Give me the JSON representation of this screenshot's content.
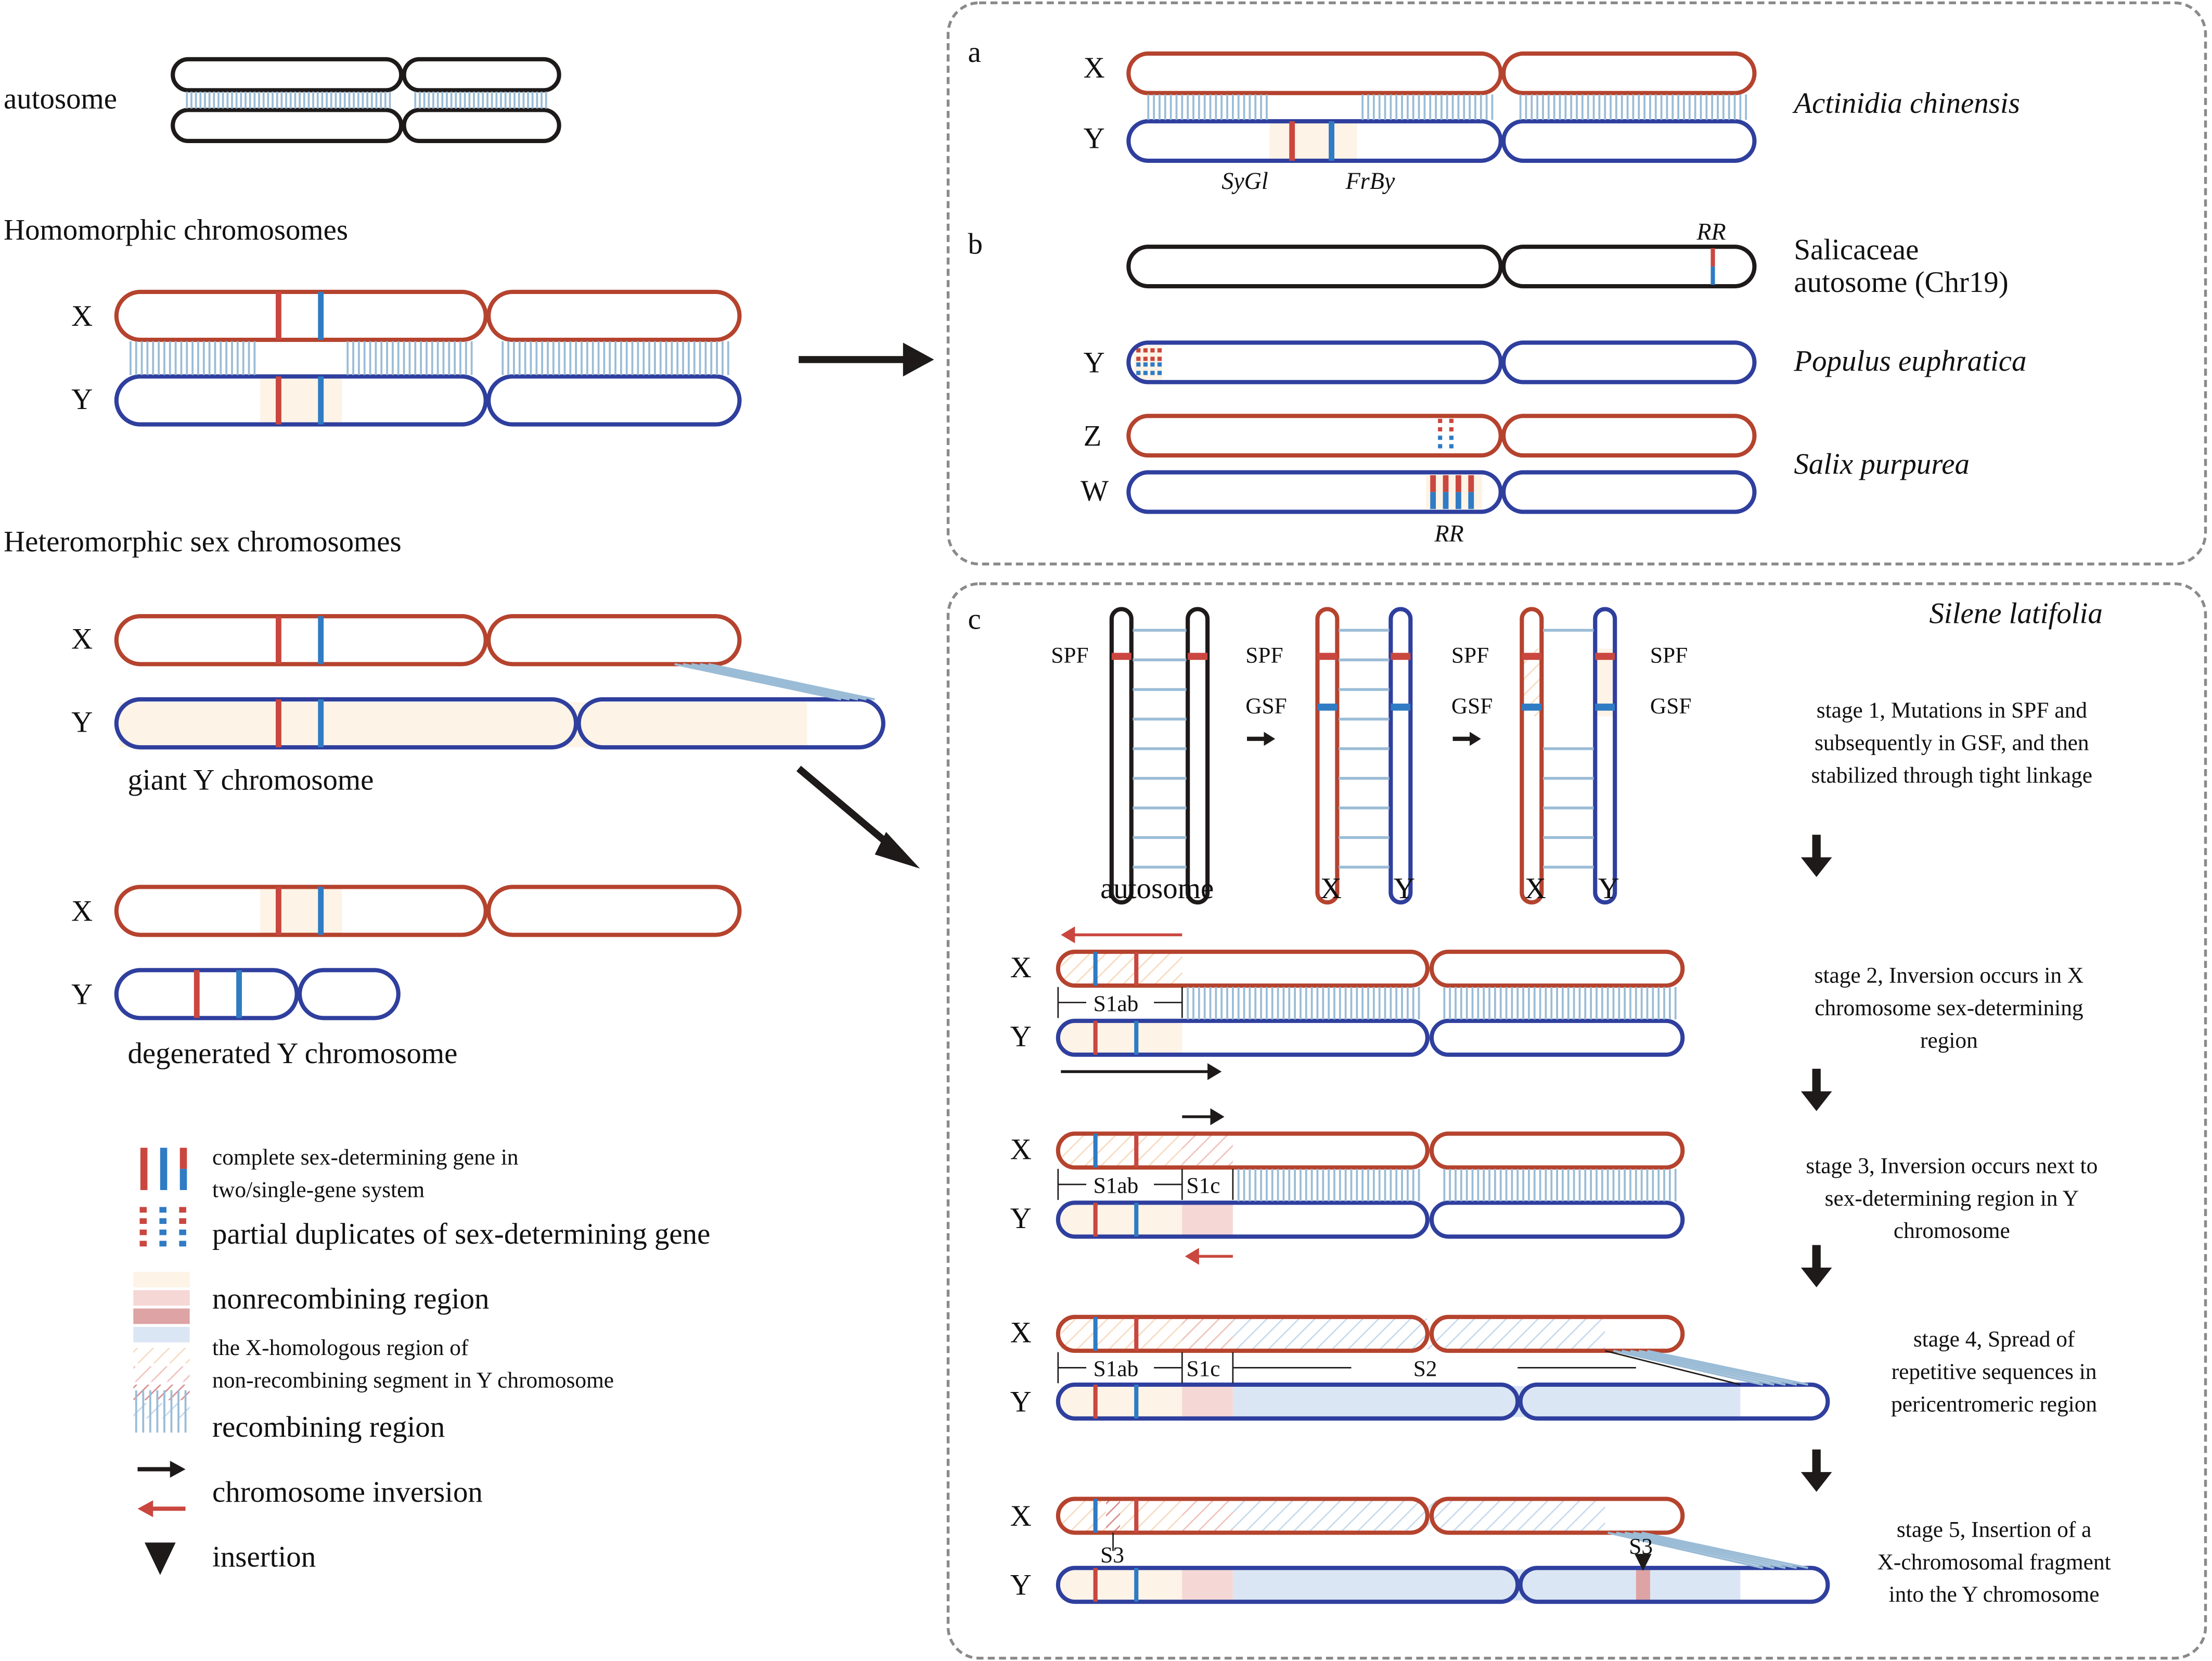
{
  "colors": {
    "x_outline": "#b5432e",
    "y_outline": "#2f3f9e",
    "autosome_outline": "#1e1a1a",
    "gene_red": "#c9473f",
    "gene_blue": "#2f7bc4",
    "recombining": "#9bbcd6",
    "nonrec_beige": "#fdf3e6",
    "nonrec_pink": "#f5d7d5",
    "nonrec_rose": "#dea3a4",
    "nonrec_blue": "#dbe6f5"
  },
  "left": {
    "autosome_label": "autosome",
    "homomorphic_title": "Homomorphic chromosomes",
    "heteromorphic_title": "Heteromorphic sex chromosomes",
    "x_label": "X",
    "y_label": "Y",
    "giant_y_caption": "giant Y chromosome",
    "degenerated_y_caption": "degenerated Y chromosome"
  },
  "legend": [
    {
      "icon": "complete-gene-bars",
      "line1": "complete sex-determining gene in",
      "line2": "two/single-gene system"
    },
    {
      "icon": "partial-duplicate-dashes",
      "line1": "partial duplicates of sex-determining gene"
    },
    {
      "icon": "nonrecombining-swatches",
      "line1": "nonrecombining region"
    },
    {
      "icon": "hatched-swatches",
      "line1": "the X-homologous region of",
      "line2": "non-recombining segment in Y chromosome"
    },
    {
      "icon": "recombining-lines",
      "line1": "recombining region"
    },
    {
      "icon": "inversion-arrows",
      "line1": "chromosome inversion"
    },
    {
      "icon": "insertion-triangle",
      "line1": "insertion"
    }
  ],
  "panel_a": {
    "letter": "a",
    "x_label": "X",
    "y_label": "Y",
    "species": "Actinidia chinensis",
    "gene1": "SyGl",
    "gene2": "FrBy"
  },
  "panel_b": {
    "letter": "b",
    "rr_top": "RR",
    "species_line1": "Salicaceae",
    "species_line2": "autosome (Chr19)",
    "y_label": "Y",
    "populus": "Populus euphratica",
    "z_label": "Z",
    "w_label": "W",
    "salix": "Salix purpurea",
    "rr_bottom": "RR"
  },
  "panel_c": {
    "letter": "c",
    "species": "Silene latifolia",
    "spf": "SPF",
    "gsf": "GSF",
    "autosome": "autosome",
    "x": "X",
    "y": "Y",
    "s1ab": "S1ab",
    "s1c": "S1c",
    "s2": "S2",
    "s3": "S3",
    "stages": [
      {
        "lines": [
          "stage 1, Mutations in SPF and",
          "subsequently in GSF, and then",
          "stabilized through tight linkage"
        ]
      },
      {
        "lines": [
          "stage 2, Inversion occurs in X",
          "chromosome sex-determining",
          "region"
        ]
      },
      {
        "lines": [
          "stage 3, Inversion occurs next to",
          "sex-determining region in Y",
          "chromosome"
        ]
      },
      {
        "lines": [
          "stage 4, Spread of",
          "repetitive sequences in",
          "pericentromeric region"
        ]
      },
      {
        "lines": [
          "stage 5, Insertion of a",
          "X-chromosomal fragment",
          "into the Y chromosome"
        ]
      }
    ]
  }
}
